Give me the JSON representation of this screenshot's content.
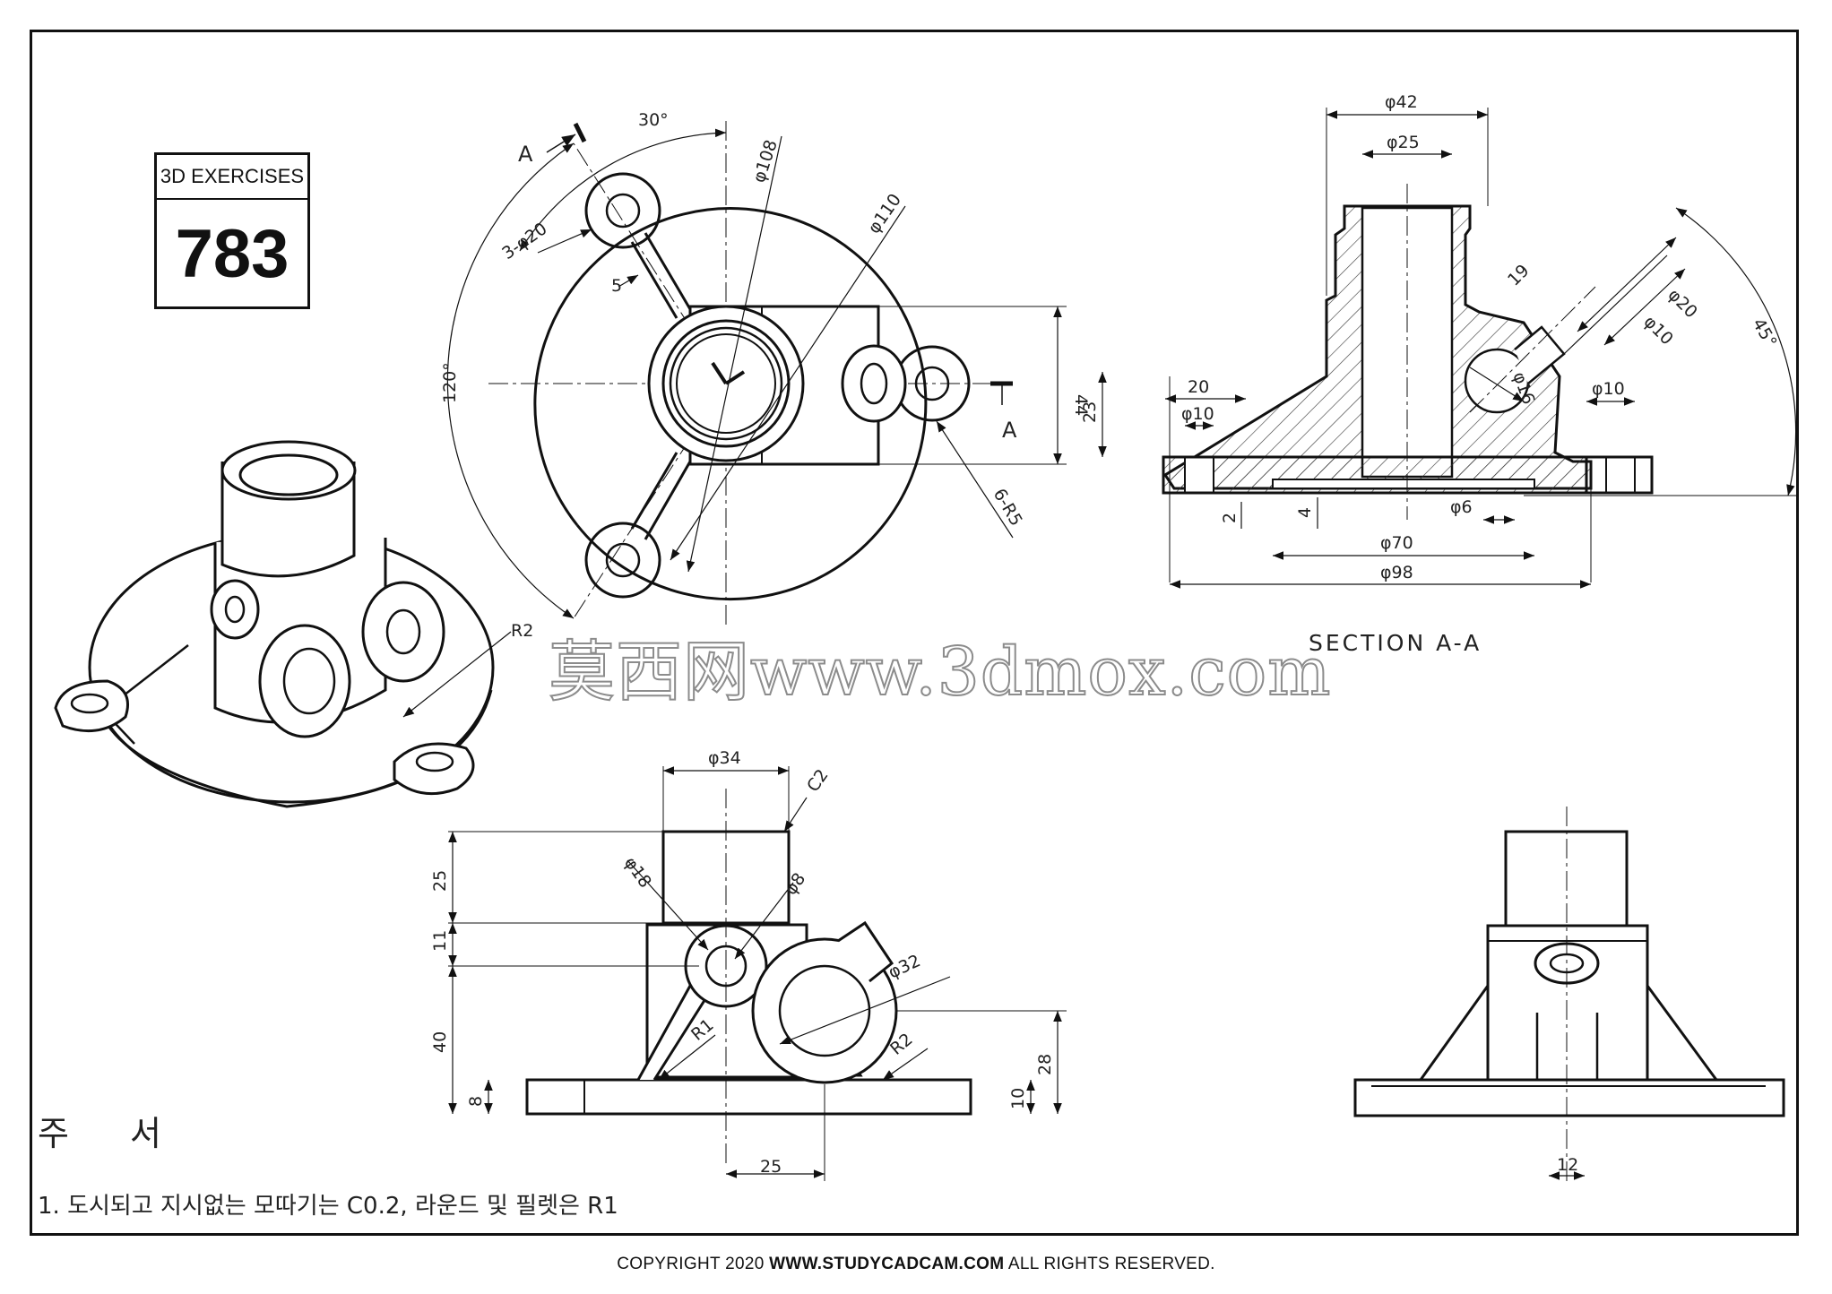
{
  "title_block": {
    "caption": "3D EXERCISES",
    "number": "783"
  },
  "top_view": {
    "dims": [
      "30°",
      "φ108",
      "φ110",
      "3-φ20",
      "5",
      "120°",
      "44",
      "6-R5"
    ],
    "section_marks": [
      "A",
      "A"
    ]
  },
  "section_view": {
    "title": "SECTION A-A",
    "dims": [
      "φ42",
      "φ25",
      "19",
      "φ20",
      "φ10",
      "45°",
      "20",
      "φ10",
      "23",
      "φ16",
      "φ10",
      "2",
      "4",
      "φ6",
      "φ70",
      "φ98"
    ]
  },
  "front_view": {
    "dims": [
      "φ34",
      "C2",
      "25",
      "φ18",
      "φ8",
      "11",
      "φ32",
      "40",
      "R1",
      "R2",
      "8",
      "28",
      "10",
      "25"
    ]
  },
  "side_view": {
    "dims": [
      "12"
    ]
  },
  "iso_view": {
    "dims": [
      "R2"
    ]
  },
  "watermark": "莫西网www.3dmox.com",
  "notes": {
    "title": "주 서",
    "line1": "1. 도시되고 지시없는 모따기는 C0.2, 라운드 및 필렛은 R1"
  },
  "copyright": {
    "prefix": "COPYRIGHT    2020 ",
    "site": "WWW.STUDYCADCAM.COM",
    "suffix": " ALL RIGHTS RESERVED."
  }
}
